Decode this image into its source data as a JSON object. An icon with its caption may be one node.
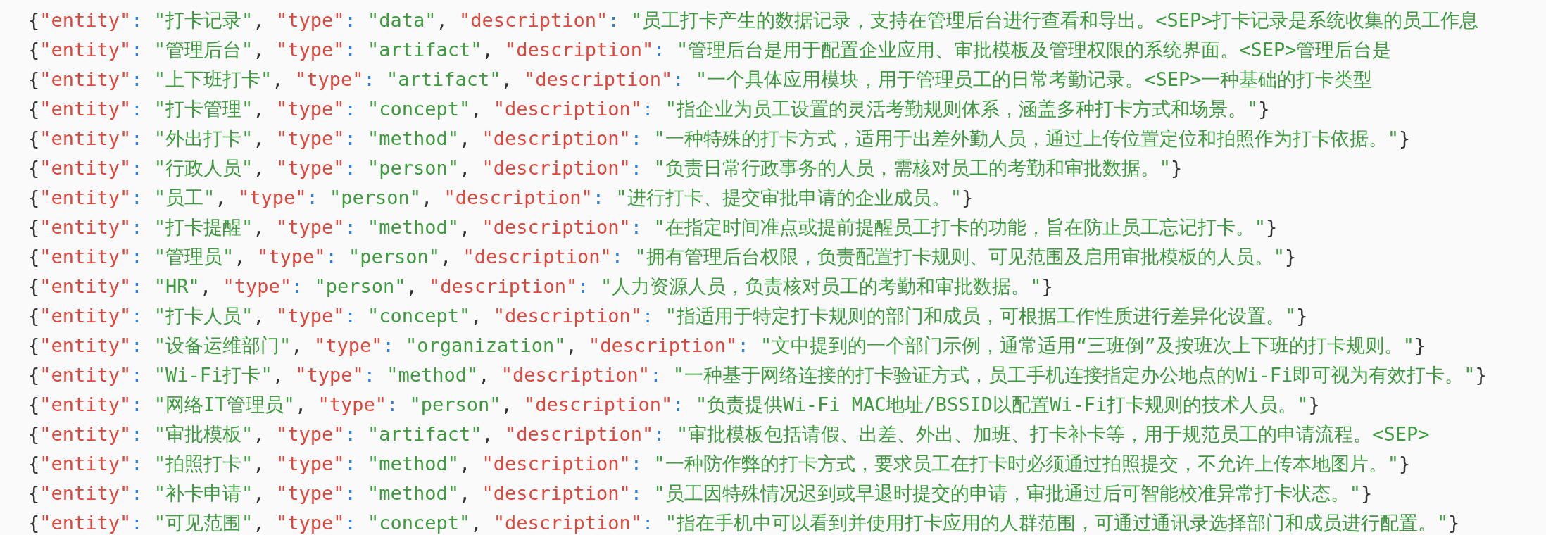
{
  "diagram": {
    "labels": [
      "{\"entity\": \"打卡记录\", \"type\": \"data\", \"description\": \"员工打卡产生的数据记录，支持在管理后台进行查看和导出。<SEP>打卡记录是系统收集的员工作息",
      "{\"entity\": \"管理后台\", \"type\": \"artifact\", \"description\": \"管理后台是用于配置企业应用、审批模板及管理权限的系统界面。<SEP>管理后台是",
      "{\"entity\": \"上下班打卡\", \"type\": \"artifact\", \"description\": \"一个具体应用模块，用于管理员工的日常考勤记录。<SEP>一种基础的打卡类型",
      "{\"entity\": \"打卡管理\", \"type\": \"concept\", \"description\": \"指企业为员工设置的灵活考勤规则体系，涵盖多种打卡方式和场景。\"}",
      "{\"entity\": \"外出打卡\", \"type\": \"method\", \"description\": \"一种特殊的打卡方式，适用于出差外勤人员，通过上传位置定位和拍照作为打卡依据。\"}",
      "{\"entity\": \"行政人员\", \"type\": \"person\", \"description\": \"负责日常行政事务的人员，需核对员工的考勤和审批数据。\"}",
      "{\"entity\": \"员工\", \"type\": \"person\", \"description\": \"进行打卡、提交审批申请的企业成员。\"}",
      "{\"entity\": \"打卡提醒\", \"type\": \"method\", \"description\": \"在指定时间准点或提前提醒员工打卡的功能，旨在防止员工忘记打卡。\"}",
      "{\"entity\": \"管理员\", \"type\": \"person\", \"description\": \"拥有管理后台权限，负责配置打卡规则、可见范围及启用审批模板的人员。\"}",
      "{\"entity\": \"HR\", \"type\": \"person\", \"description\": \"人力资源人员，负责核对员工的考勤和审批数据。\"}",
      "{\"entity\": \"打卡人员\", \"type\": \"concept\", \"description\": \"指适用于特定打卡规则的部门和成员，可根据工作性质进行差异化设置。\"}",
      "{\"entity\": \"设备运维部门\", \"type\": \"organization\", \"description\": \"文中提到的一个部门示例，通常适用“三班倒”及按班次上下班的打卡规则。\"}",
      "{\"entity\": \"Wi-Fi打卡\", \"type\": \"method\", \"description\": \"一种基于网络连接的打卡验证方式，员工手机连接指定办公地点的Wi-Fi即可视为有效打卡。\"}",
      "{\"entity\": \"网络IT管理员\", \"type\": \"person\", \"description\": \"负责提供Wi-Fi MAC地址/BSSID以配置Wi-Fi打卡规则的技术人员。\"}",
      "{\"entity\": \"审批模板\", \"type\": \"artifact\", \"description\": \"审批模板包括请假、出差、外出、加班、打卡补卡等，用于规范员工的申请流程。<SEP>",
      "{\"entity\": \"拍照打卡\", \"type\": \"method\", \"description\": \"一种防作弊的打卡方式，要求员工在打卡时必须通过拍照提交，不允许上传本地图片。\"}",
      "{\"entity\": \"补卡申请\", \"type\": \"method\", \"description\": \"员工因特殊情况迟到或早退时提交的申请，审批通过后可智能校准异常打卡状态。\"}",
      "{\"entity\": \"可见范围\", \"type\": \"concept\", \"description\": \"指在手机中可以看到并使用打卡应用的人群范围，可通过通讯录选择部门和成员进行配置。\"}"
    ]
  }
}
